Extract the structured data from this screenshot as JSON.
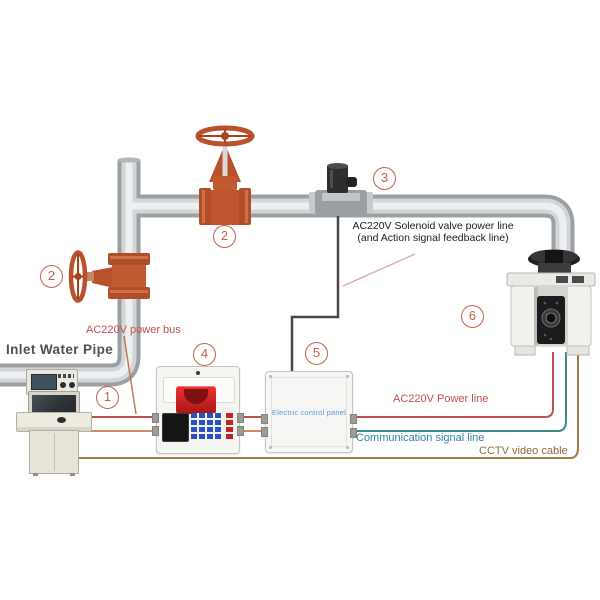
{
  "diagram": {
    "labels": {
      "inlet_pipe": "Inlet Water Pipe",
      "power_bus": "AC220V power bus",
      "solenoid_line_1": "AC220V Solenoid valve power line",
      "solenoid_line_2": "(and Action signal feedback line)",
      "power_line": "AC220V Power line",
      "comm_line": "Communication signal line",
      "cctv_cable": "CCTV video cable",
      "control_panel": "Electric control panel"
    },
    "markers": [
      {
        "label": "1",
        "refers_to": "control-console"
      },
      {
        "label": "2",
        "refers_to": "gate-valve-on-horizontal-pipe"
      },
      {
        "label": "2",
        "refers_to": "gate-valve-on-vertical-pipe"
      },
      {
        "label": "3",
        "refers_to": "solenoid-valve"
      },
      {
        "label": "4",
        "refers_to": "ic-card-controller"
      },
      {
        "label": "5",
        "refers_to": "electric-control-panel"
      },
      {
        "label": "6",
        "refers_to": "camera-meter-unit"
      }
    ],
    "colors": {
      "power_line_red": "#c0504d",
      "power_bus_orange": "#cc8e5e",
      "comm_line_teal": "#3d8a8a",
      "cctv_cable_brown": "#a07a4a",
      "solenoid_wire_dark": "#4a4450",
      "valve_orange": "#bf5630",
      "pipe_gray": "#c9cdd0",
      "panel_label_blue": "#5b9bd5",
      "marker_ring": "#c4604a"
    }
  }
}
